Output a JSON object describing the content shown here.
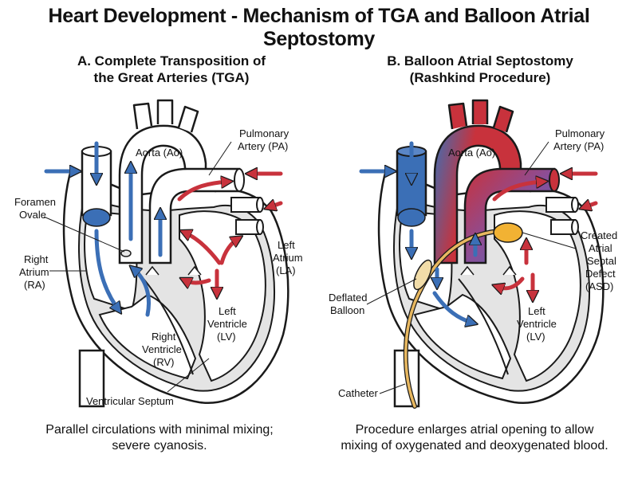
{
  "title": "Heart Development - Mechanism of TGA and Balloon Atrial Septostomy",
  "panel_a": {
    "title_line1": "A. Complete Transposition of",
    "title_line2": "the Great Arteries (TGA)",
    "labels": {
      "aorta": "Aorta (Ao)",
      "pa_line1": "Pulmonary",
      "pa_line2": "Artery (PA)",
      "fo_line1": "Foramen",
      "fo_line2": "Ovale",
      "ra_line1": "Right",
      "ra_line2": "Atrium",
      "ra_line3": "(RA)",
      "la_line1": "Left",
      "la_line2": "Atrium",
      "la_line3": "(LA)",
      "lv_line1": "Left",
      "lv_line2": "Ventricle",
      "lv_line3": "(LV)",
      "rv_line1": "Right",
      "rv_line2": "Ventricle",
      "rv_line3": "(RV)",
      "septum": "Ventricular Septum"
    },
    "caption_line1": "Parallel circulations with minimal mixing;",
    "caption_line2": "severe cyanosis."
  },
  "panel_b": {
    "title_line1": "B. Balloon Atrial Septostomy",
    "title_line2": "(Rashkind Procedure)",
    "labels": {
      "aorta": "Aorta (Ao)",
      "pa_line1": "Pulmonary",
      "pa_line2": "Artery (PA)",
      "asd_line1": "Created",
      "asd_line2": "Atrial",
      "asd_line3": "Septal",
      "asd_line4": "Defect",
      "asd_line5": "(ASD)",
      "balloon_line1": "Deflated",
      "balloon_line2": "Balloon",
      "lv_line1": "Left",
      "lv_line2": "Ventricle",
      "lv_line3": "(LV)",
      "catheter": "Catheter"
    },
    "caption_line1": "Procedure enlarges atrial opening to allow",
    "caption_line2": "mixing of oxygenated and deoxygenated blood."
  },
  "colors": {
    "deoxygenated": "#3b6fb6",
    "oxygenated": "#c8323c",
    "tissue": "#e4e4e4",
    "catheter": "#e8b860",
    "balloon": "#f2b233"
  }
}
